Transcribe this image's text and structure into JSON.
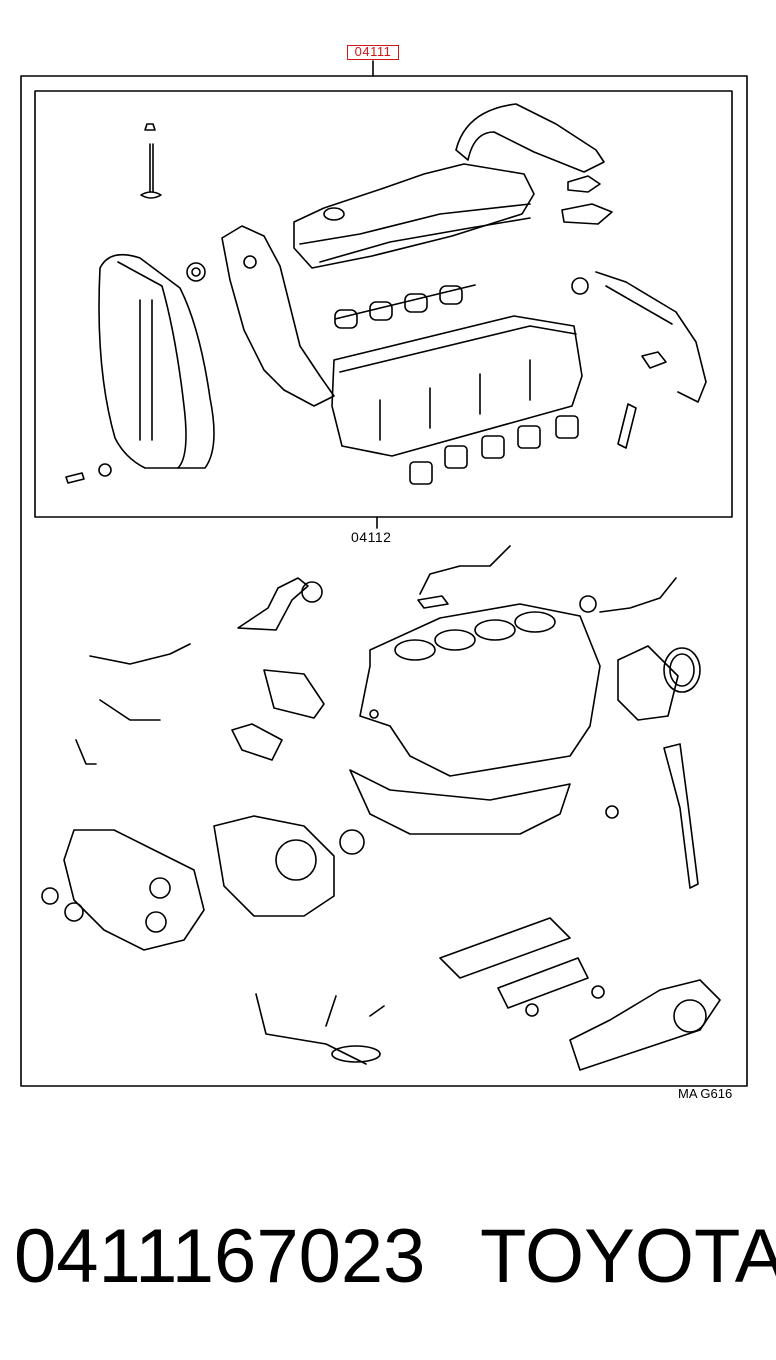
{
  "diagram": {
    "main_callout": "04111",
    "sub_callout": "04112",
    "reference_code": "MA G616",
    "callout_color": "#d01818",
    "icons": [
      "valve-icon",
      "timing-cover-icon",
      "gasket-icon",
      "cylinder-head-icon",
      "engine-block-icon",
      "oil-pan-icon",
      "pipe-icon",
      "oil-pump-icon",
      "seal-ring-icon"
    ]
  },
  "caption": {
    "part_number": "0411167023",
    "brand": "TOYOTA"
  }
}
